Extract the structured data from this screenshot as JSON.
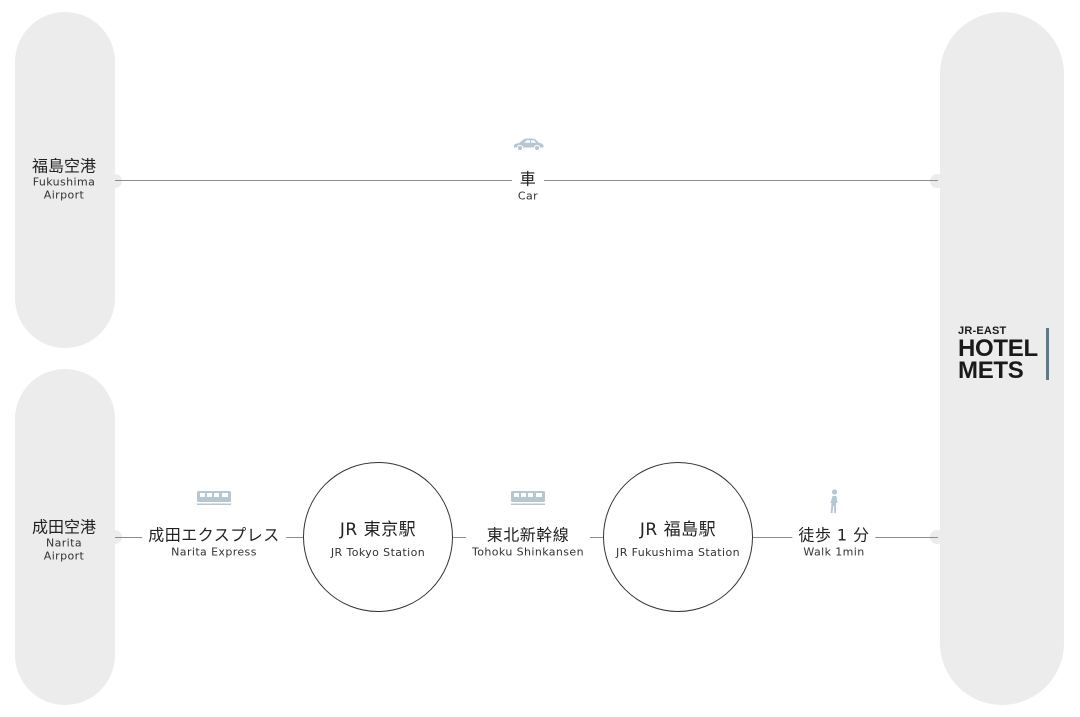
{
  "airports": {
    "fukushima": {
      "jp": "福島空港",
      "en_line1": "Fukushima",
      "en_line2": "Airport"
    },
    "narita": {
      "jp": "成田空港",
      "en_line1": "Narita",
      "en_line2": "Airport"
    }
  },
  "routes": {
    "car": {
      "jp": "車",
      "en": "Car",
      "icon": "car-icon"
    },
    "narita_express": {
      "jp": "成田エクスプレス",
      "en": "Narita Express",
      "icon": "train-icon"
    },
    "tohoku_shinkansen": {
      "jp": "東北新幹線",
      "en": "Tohoku Shinkansen",
      "icon": "train-icon"
    },
    "walk": {
      "jp": "徒歩 1 分",
      "en": "Walk 1min",
      "icon": "walking-person-icon"
    }
  },
  "stations": {
    "tokyo": {
      "jp": "JR 東京駅",
      "en": "JR Tokyo Station"
    },
    "fukushima": {
      "jp": "JR 福島駅",
      "en": "JR Fukushima Station"
    }
  },
  "hotel": {
    "logo_small": "JR-EAST",
    "logo_line1": "HOTEL",
    "logo_line2": "METS"
  },
  "colors": {
    "pill": "#ececec",
    "line": "#8c8c8c",
    "icon": "#b6c7d3",
    "logo_accent": "#5b7a8c"
  }
}
